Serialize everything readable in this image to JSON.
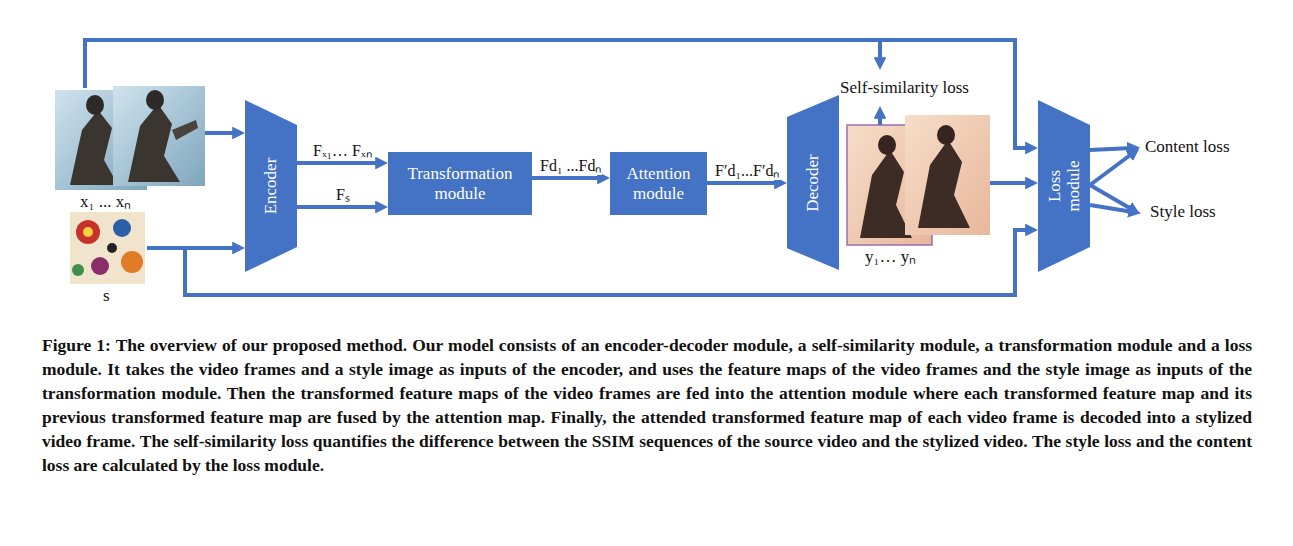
{
  "diagram": {
    "caption": "Figure 1: The overview of our proposed method. Our model consists of an encoder-decoder module, a self-similarity module, a transformation module and a loss module. It takes the video frames and a style image as inputs of the encoder, and uses the feature maps of the video frames and the style image as inputs of the transformation module. Then the transformed feature maps of the video frames are fed into the attention module where each transformed feature map and its previous transformed feature map are fused by the attention map. Finally, the attended transformed feature map of each video frame is decoded into a stylized video frame. The self-similarity loss quantifies the difference between the SSIM sequences of the source video and the stylized video. The style loss and the content loss are calculated by the loss module.",
    "nodes": [
      {
        "text": [
          "Encoder"
        ]
      },
      {
        "text": [
          "Transformation module"
        ]
      },
      {
        "text": [
          "Attention module"
        ]
      },
      {
        "text": [
          "Decoder"
        ]
      },
      {
        "text": [
          "Loss module"
        ]
      }
    ],
    "edges": [
      {
        "from": 0,
        "to": 1,
        "label": "Fₓ₁… Fₓₙ",
        "arrow": "to"
      },
      {
        "from": 0,
        "to": 1,
        "label": "Fₛ",
        "arrow": "to"
      },
      {
        "from": 1,
        "to": 2,
        "label": "Fd₁ ...Fdₙ",
        "arrow": "to"
      },
      {
        "from": 2,
        "to": 3,
        "label": "F′d₁...F′dₙ",
        "arrow": "to"
      }
    ],
    "labels": [
      "x₁ ... xₙ",
      "s",
      "Self-similarity loss",
      "y₁… yₙ",
      "Content loss",
      "Style loss"
    ]
  }
}
